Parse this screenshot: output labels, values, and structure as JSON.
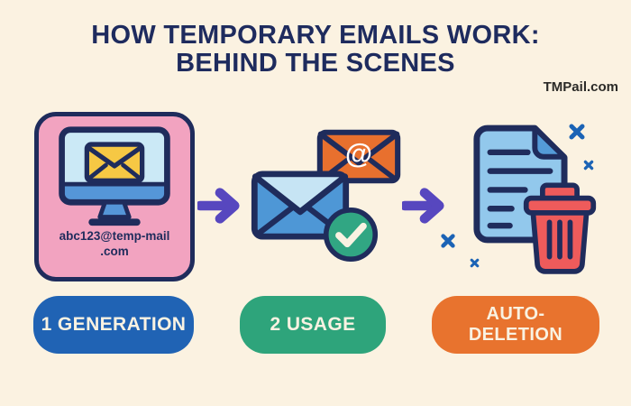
{
  "colors": {
    "background": "#FBF2E1",
    "navy": "#1F2C5C",
    "navy_text": "#1E2B5E",
    "brand_text": "#2B2A27",
    "pink_card": "#F2A3C0",
    "screen_blue": "#CBE9F6",
    "monitor_blue": "#5596D8",
    "envelope_yellow": "#F6C844",
    "orange": "#E8702E",
    "envelope_blue": "#4E97D6",
    "envelope_blue_light": "#C6E4F4",
    "green": "#31A683",
    "doc_blue": "#92C8EC",
    "doc_fold": "#549BD8",
    "trash_red": "#EE5B5B",
    "arrow_purple": "#5747BF",
    "cross_blue": "#1B63B5",
    "badge_blue": "#2063B4",
    "badge_green": "#2EA47B",
    "badge_orange": "#E8732E",
    "badge_text": "#F9F2E2"
  },
  "header": {
    "title_line1": "HOW TEMPORARY EMAILS WORK:",
    "title_line2": "BEHIND THE SCENES",
    "brand": "TMPail.com"
  },
  "steps": {
    "generation": {
      "badge_label": "1 GENERATION",
      "email_line1": "abc123@temp-mail",
      "email_line2": ".com"
    },
    "usage": {
      "badge_label": "2 USAGE",
      "at_symbol": "@"
    },
    "deletion": {
      "badge_line1": "AUTO-",
      "badge_line2": "DELETION"
    }
  }
}
